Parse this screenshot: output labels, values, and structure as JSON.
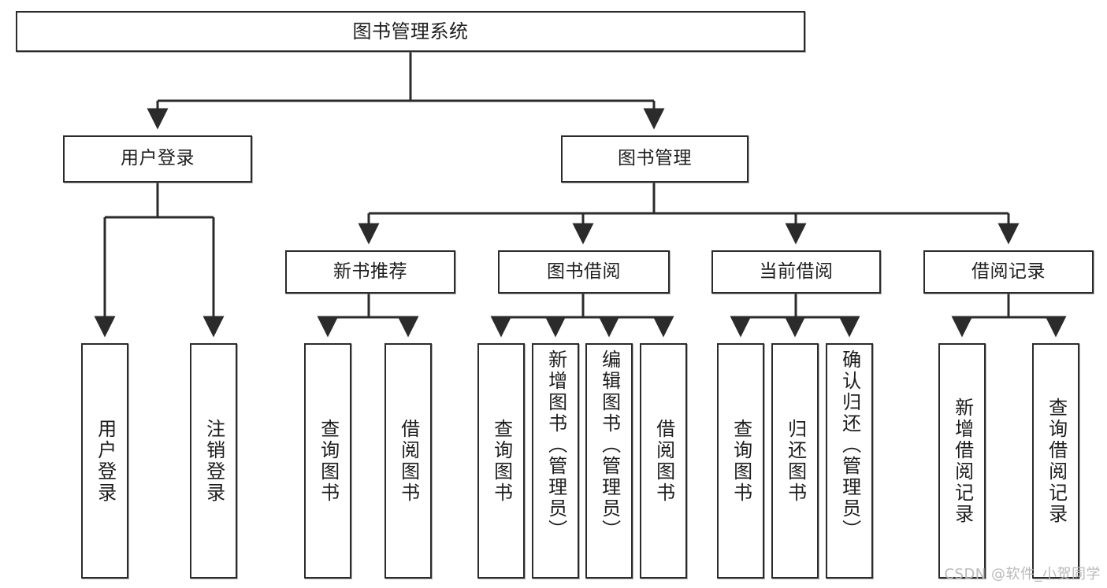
{
  "diagram": {
    "title": "图书管理系统",
    "type": "tree",
    "watermark": "CSDN @软件_小贺同学",
    "colors": {
      "stroke": "#2b2b2b",
      "fill": "#ffffff",
      "text": "#1d1d1d",
      "watermark": "#b9b9b9"
    },
    "levels": {
      "root": "图书管理系统",
      "level2": [
        "用户登录",
        "图书管理"
      ],
      "level3": [
        "新书推荐",
        "图书借阅",
        "当前借阅",
        "借阅记录"
      ]
    },
    "nodes": {
      "root": {
        "label": "图书管理系统"
      },
      "user_login": {
        "label": "用户登录"
      },
      "book_manage": {
        "label": "图书管理"
      },
      "new_book_rec": {
        "label": "新书推荐"
      },
      "book_borrow": {
        "label": "图书借阅"
      },
      "current_borrow": {
        "label": "当前借阅"
      },
      "borrow_record": {
        "label": "借阅记录"
      },
      "leaf_user_login": {
        "label": "用户登录"
      },
      "leaf_logout": {
        "label": "注销登录"
      },
      "leaf_query_book_1": {
        "label": "查询图书"
      },
      "leaf_borrow_book_1": {
        "label": "借阅图书"
      },
      "leaf_query_book_2": {
        "label": "查询图书"
      },
      "leaf_add_book": {
        "label": "新增图书（管理员）"
      },
      "leaf_edit_book": {
        "label": "编辑图书（管理员）"
      },
      "leaf_borrow_book_2": {
        "label": "借阅图书"
      },
      "leaf_query_book_3": {
        "label": "查询图书"
      },
      "leaf_return_book": {
        "label": "归还图书"
      },
      "leaf_confirm_return": {
        "label": "确认归还（管理员）"
      },
      "leaf_add_record": {
        "label": "新增借阅记录"
      },
      "leaf_query_record": {
        "label": "查询借阅记录"
      }
    },
    "edges": [
      {
        "from": "root",
        "to": "user_login"
      },
      {
        "from": "root",
        "to": "book_manage"
      },
      {
        "from": "user_login",
        "to": "leaf_user_login"
      },
      {
        "from": "user_login",
        "to": "leaf_logout"
      },
      {
        "from": "book_manage",
        "to": "new_book_rec"
      },
      {
        "from": "book_manage",
        "to": "book_borrow"
      },
      {
        "from": "book_manage",
        "to": "current_borrow"
      },
      {
        "from": "book_manage",
        "to": "borrow_record"
      },
      {
        "from": "new_book_rec",
        "to": "leaf_query_book_1"
      },
      {
        "from": "new_book_rec",
        "to": "leaf_borrow_book_1"
      },
      {
        "from": "book_borrow",
        "to": "leaf_query_book_2"
      },
      {
        "from": "book_borrow",
        "to": "leaf_add_book"
      },
      {
        "from": "book_borrow",
        "to": "leaf_edit_book"
      },
      {
        "from": "book_borrow",
        "to": "leaf_borrow_book_2"
      },
      {
        "from": "current_borrow",
        "to": "leaf_query_book_3"
      },
      {
        "from": "current_borrow",
        "to": "leaf_return_book"
      },
      {
        "from": "current_borrow",
        "to": "leaf_confirm_return"
      },
      {
        "from": "borrow_record",
        "to": "leaf_add_record"
      },
      {
        "from": "borrow_record",
        "to": "leaf_query_record"
      }
    ]
  }
}
